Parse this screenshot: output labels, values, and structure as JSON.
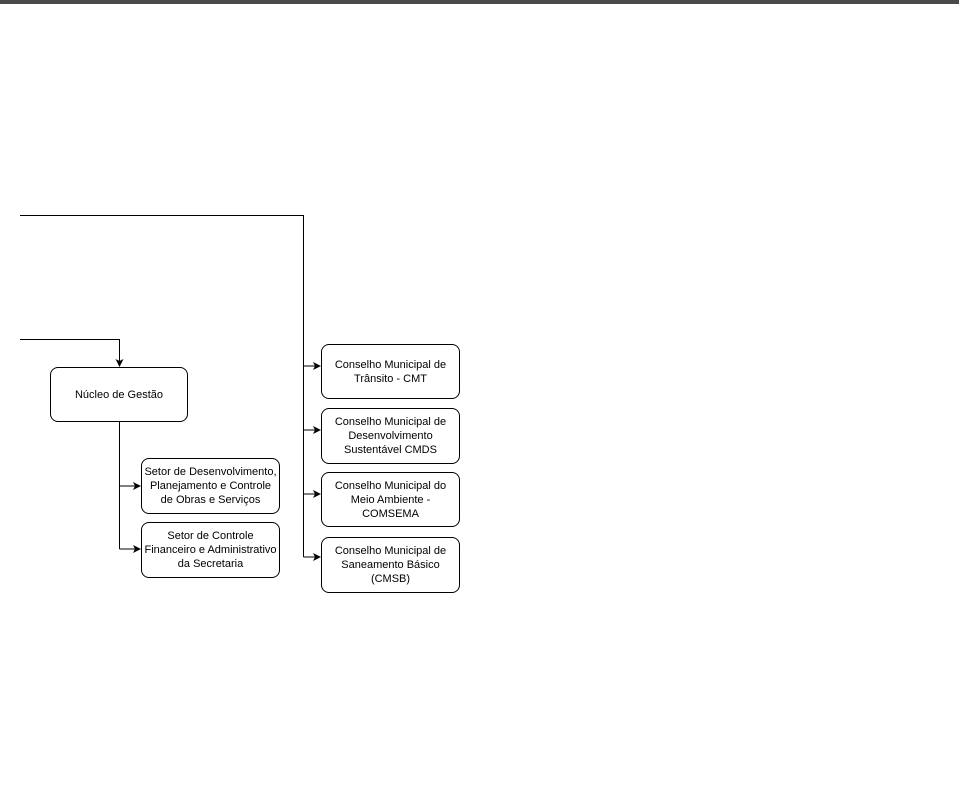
{
  "nodes": {
    "nucleo": "Núcleo de Gestão",
    "setor_obras": "Setor de Desenvolvimento, Planejamento e Controle de Obras e Serviços",
    "setor_financeiro": "Setor de Controle Financeiro e Administrativo da Secretaria",
    "cmt": "Conselho Municipal de Trânsito - CMT",
    "cmds": "Conselho Municipal de Desenvolvimento Sustentável CMDS",
    "comsema": "Conselho Municipal do Meio Ambiente - COMSEMA",
    "cmsb": "Conselho Municipal de Saneamento Básico (CMSB)"
  }
}
